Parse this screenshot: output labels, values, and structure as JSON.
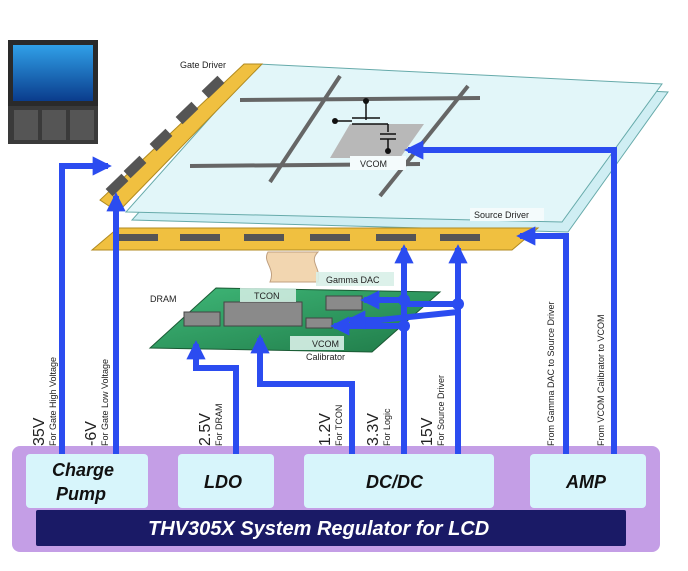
{
  "labels": {
    "gate_driver": "Gate Driver",
    "source_driver": "Source Driver",
    "vcom_panel": "VCOM",
    "gamma_dac": "Gamma DAC",
    "tcon": "TCON",
    "dram": "DRAM",
    "vcom_calibrator_line1": "VCOM",
    "vcom_calibrator_line2": "Calibrator"
  },
  "rails": [
    {
      "voltage": "35V",
      "desc": "For Gate High Voltage"
    },
    {
      "voltage": "-6V",
      "desc": "For Gate Low Voltage"
    },
    {
      "voltage": "2.5V",
      "desc": "For DRAM"
    },
    {
      "voltage": "1.2V",
      "desc": "For TCON"
    },
    {
      "voltage": "3.3V",
      "desc": "For Logic"
    },
    {
      "voltage": "15V",
      "desc": "For Source Driver"
    }
  ],
  "amp_outputs": [
    {
      "desc": "From Gamma DAC to Source Driver"
    },
    {
      "desc": "From VCOM Calibrator to VCOM"
    }
  ],
  "blocks": {
    "charge_pump_line1": "Charge",
    "charge_pump_line2": "Pump",
    "ldo": "LDO",
    "dcdc": "DC/DC",
    "amp": "AMP"
  },
  "regulator_title": "THV305X System Regulator for LCD",
  "colors": {
    "arrow": "#2b4cf0",
    "regulator_bg": "#c49ee6",
    "block_bg": "#d7f5fb",
    "title_bar": "#1a1a66",
    "driver_strip": "#f0c040",
    "panel": "#e2f6f9",
    "pcb": "#2e9a62"
  }
}
